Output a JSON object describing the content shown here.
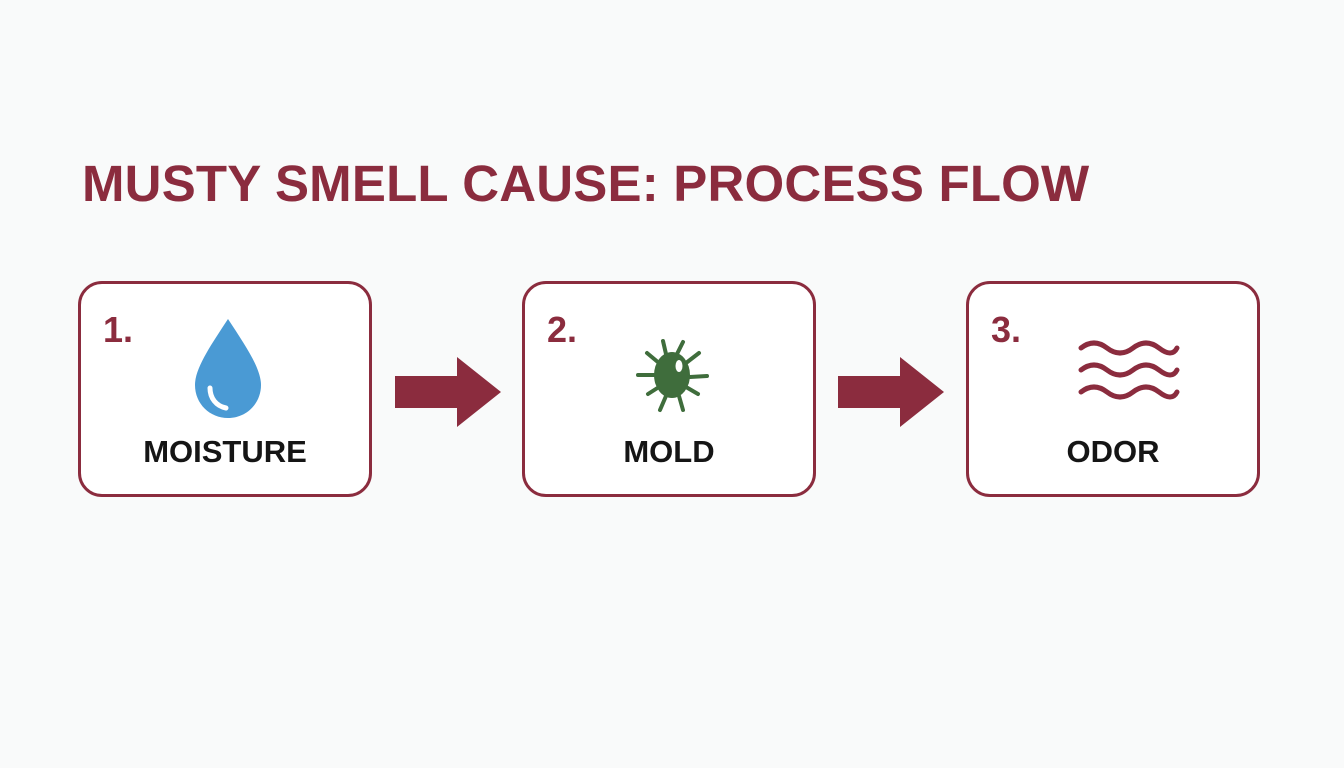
{
  "title": "MUSTY SMELL CAUSE: PROCESS FLOW",
  "colors": {
    "accent": "#8b2c3e",
    "background": "#f9fafa",
    "label_text": "#151515",
    "moisture_icon": "#4a9ad4",
    "mold_icon": "#3f6d3c"
  },
  "steps": [
    {
      "number": "1.",
      "label": "MOISTURE",
      "icon": "water-drop-icon"
    },
    {
      "number": "2.",
      "label": "MOLD",
      "icon": "mold-spore-icon"
    },
    {
      "number": "3.",
      "label": "ODOR",
      "icon": "odor-waves-icon"
    }
  ]
}
